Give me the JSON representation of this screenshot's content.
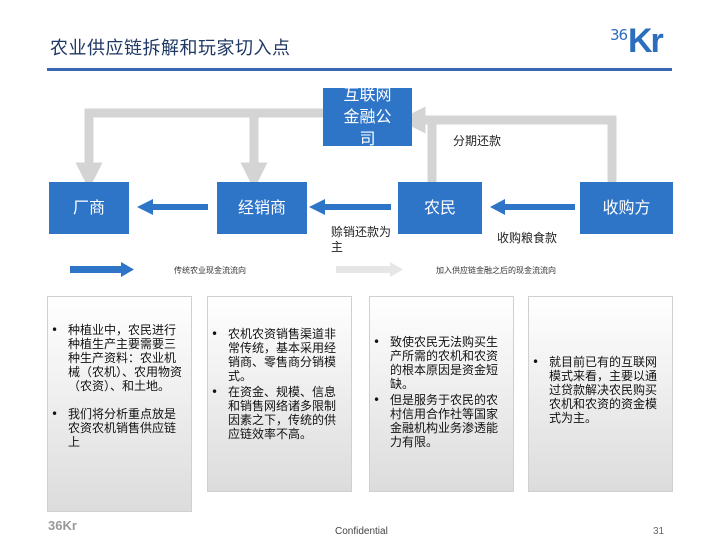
{
  "header": {
    "title": "农业供应链拆解和玩家切入点",
    "logo_digits": "36",
    "logo_letters": "Kr"
  },
  "nodes": {
    "manufacturer": "厂商",
    "distributor": "经销商",
    "farmer": "农民",
    "buyer": "收购方",
    "fintech": "互联网金融公司"
  },
  "edge_labels": {
    "installment": "分期还款",
    "credit_repay": "赊销还款为主",
    "grain_payment": "收购粮食款"
  },
  "legend": {
    "traditional": "传统农业现金流流向",
    "with_finance": "加入供应链金融之后的现金流流向"
  },
  "panels": [
    {
      "items": [
        "种植业中，农民进行种植生产主要需要三种生产资料：农业机械（农机）、农用物资（农资）、和土地。",
        "我们将分析重点放是农资农机销售供应链上"
      ]
    },
    {
      "items": [
        "农机农资销售渠道非常传统，基本采用经销商、零售商分销模式。",
        "在资金、规模、信息和销售网络诸多限制因素之下，传统的供应链效率不高。"
      ]
    },
    {
      "items": [
        "致使农民无法购买生产所需的农机和农资的根本原因是资金短缺。",
        "但是服务于农民的农村信用合作社等国家金融机构业务渗透能力有限。"
      ]
    },
    {
      "items": [
        "就目前已有的互联网模式来看，主要以通过贷款解决农民购买农机和农资的资金模式为主。"
      ]
    }
  ],
  "footer": {
    "logo": "36Kr",
    "confidential": "Confidential",
    "page_number": "31"
  },
  "colors": {
    "node_fill": "#2e74c7",
    "arrow_blue": "#2e74c7",
    "connector_gray": "#d4d4d4",
    "title_rule": "#3b67b0"
  }
}
